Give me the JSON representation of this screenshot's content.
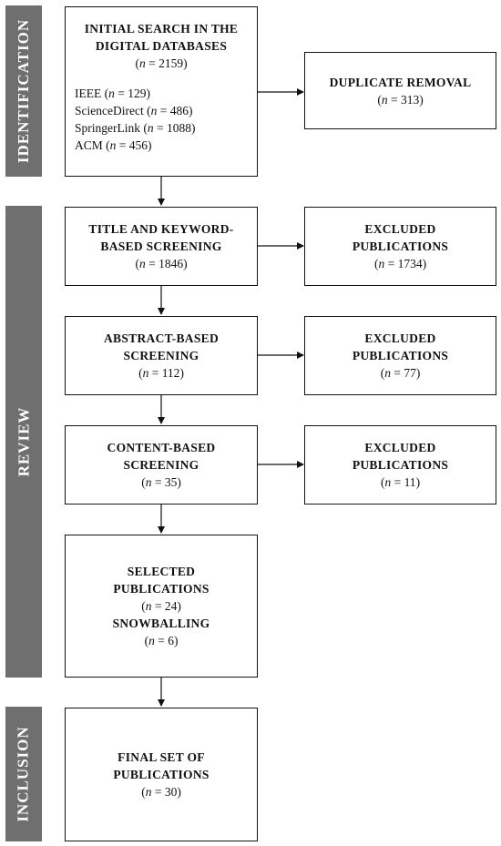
{
  "phases": {
    "identification": "IDENTIFICATION",
    "review": "REVIEW",
    "inclusion": "INCLUSION"
  },
  "n_prefix": "n",
  "boxes": {
    "initial_search": {
      "title_line1": "INITIAL SEARCH IN THE",
      "title_line2": "DIGITAL DATABASES",
      "count": "2159",
      "databases": [
        {
          "name": "IEEE",
          "count": "129"
        },
        {
          "name": "ScienceDirect",
          "count": "486"
        },
        {
          "name": "SpringerLink",
          "count": "1088"
        },
        {
          "name": "ACM",
          "count": "456"
        }
      ]
    },
    "duplicate_removal": {
      "title": "DUPLICATE REMOVAL",
      "count": "313"
    },
    "title_keyword": {
      "title_line1": "TITLE AND KEYWORD-",
      "title_line2": "BASED SCREENING",
      "count": "1846"
    },
    "excluded_1": {
      "title_line1": "EXCLUDED",
      "title_line2": "PUBLICATIONS",
      "count": "1734"
    },
    "abstract": {
      "title_line1": "ABSTRACT-BASED",
      "title_line2": "SCREENING",
      "count": "112"
    },
    "excluded_2": {
      "title_line1": "EXCLUDED",
      "title_line2": "PUBLICATIONS",
      "count": "77"
    },
    "content": {
      "title_line1": "CONTENT-BASED",
      "title_line2": "SCREENING",
      "count": "35"
    },
    "excluded_3": {
      "title_line1": "EXCLUDED",
      "title_line2": "PUBLICATIONS",
      "count": "11"
    },
    "selected": {
      "title_line1": "SELECTED",
      "title_line2": "PUBLICATIONS",
      "count": "24",
      "snowball_title": "SNOWBALLING",
      "snowball_count": "6"
    },
    "final": {
      "title_line1": "FINAL SET OF",
      "title_line2": "PUBLICATIONS",
      "count": "30"
    }
  }
}
